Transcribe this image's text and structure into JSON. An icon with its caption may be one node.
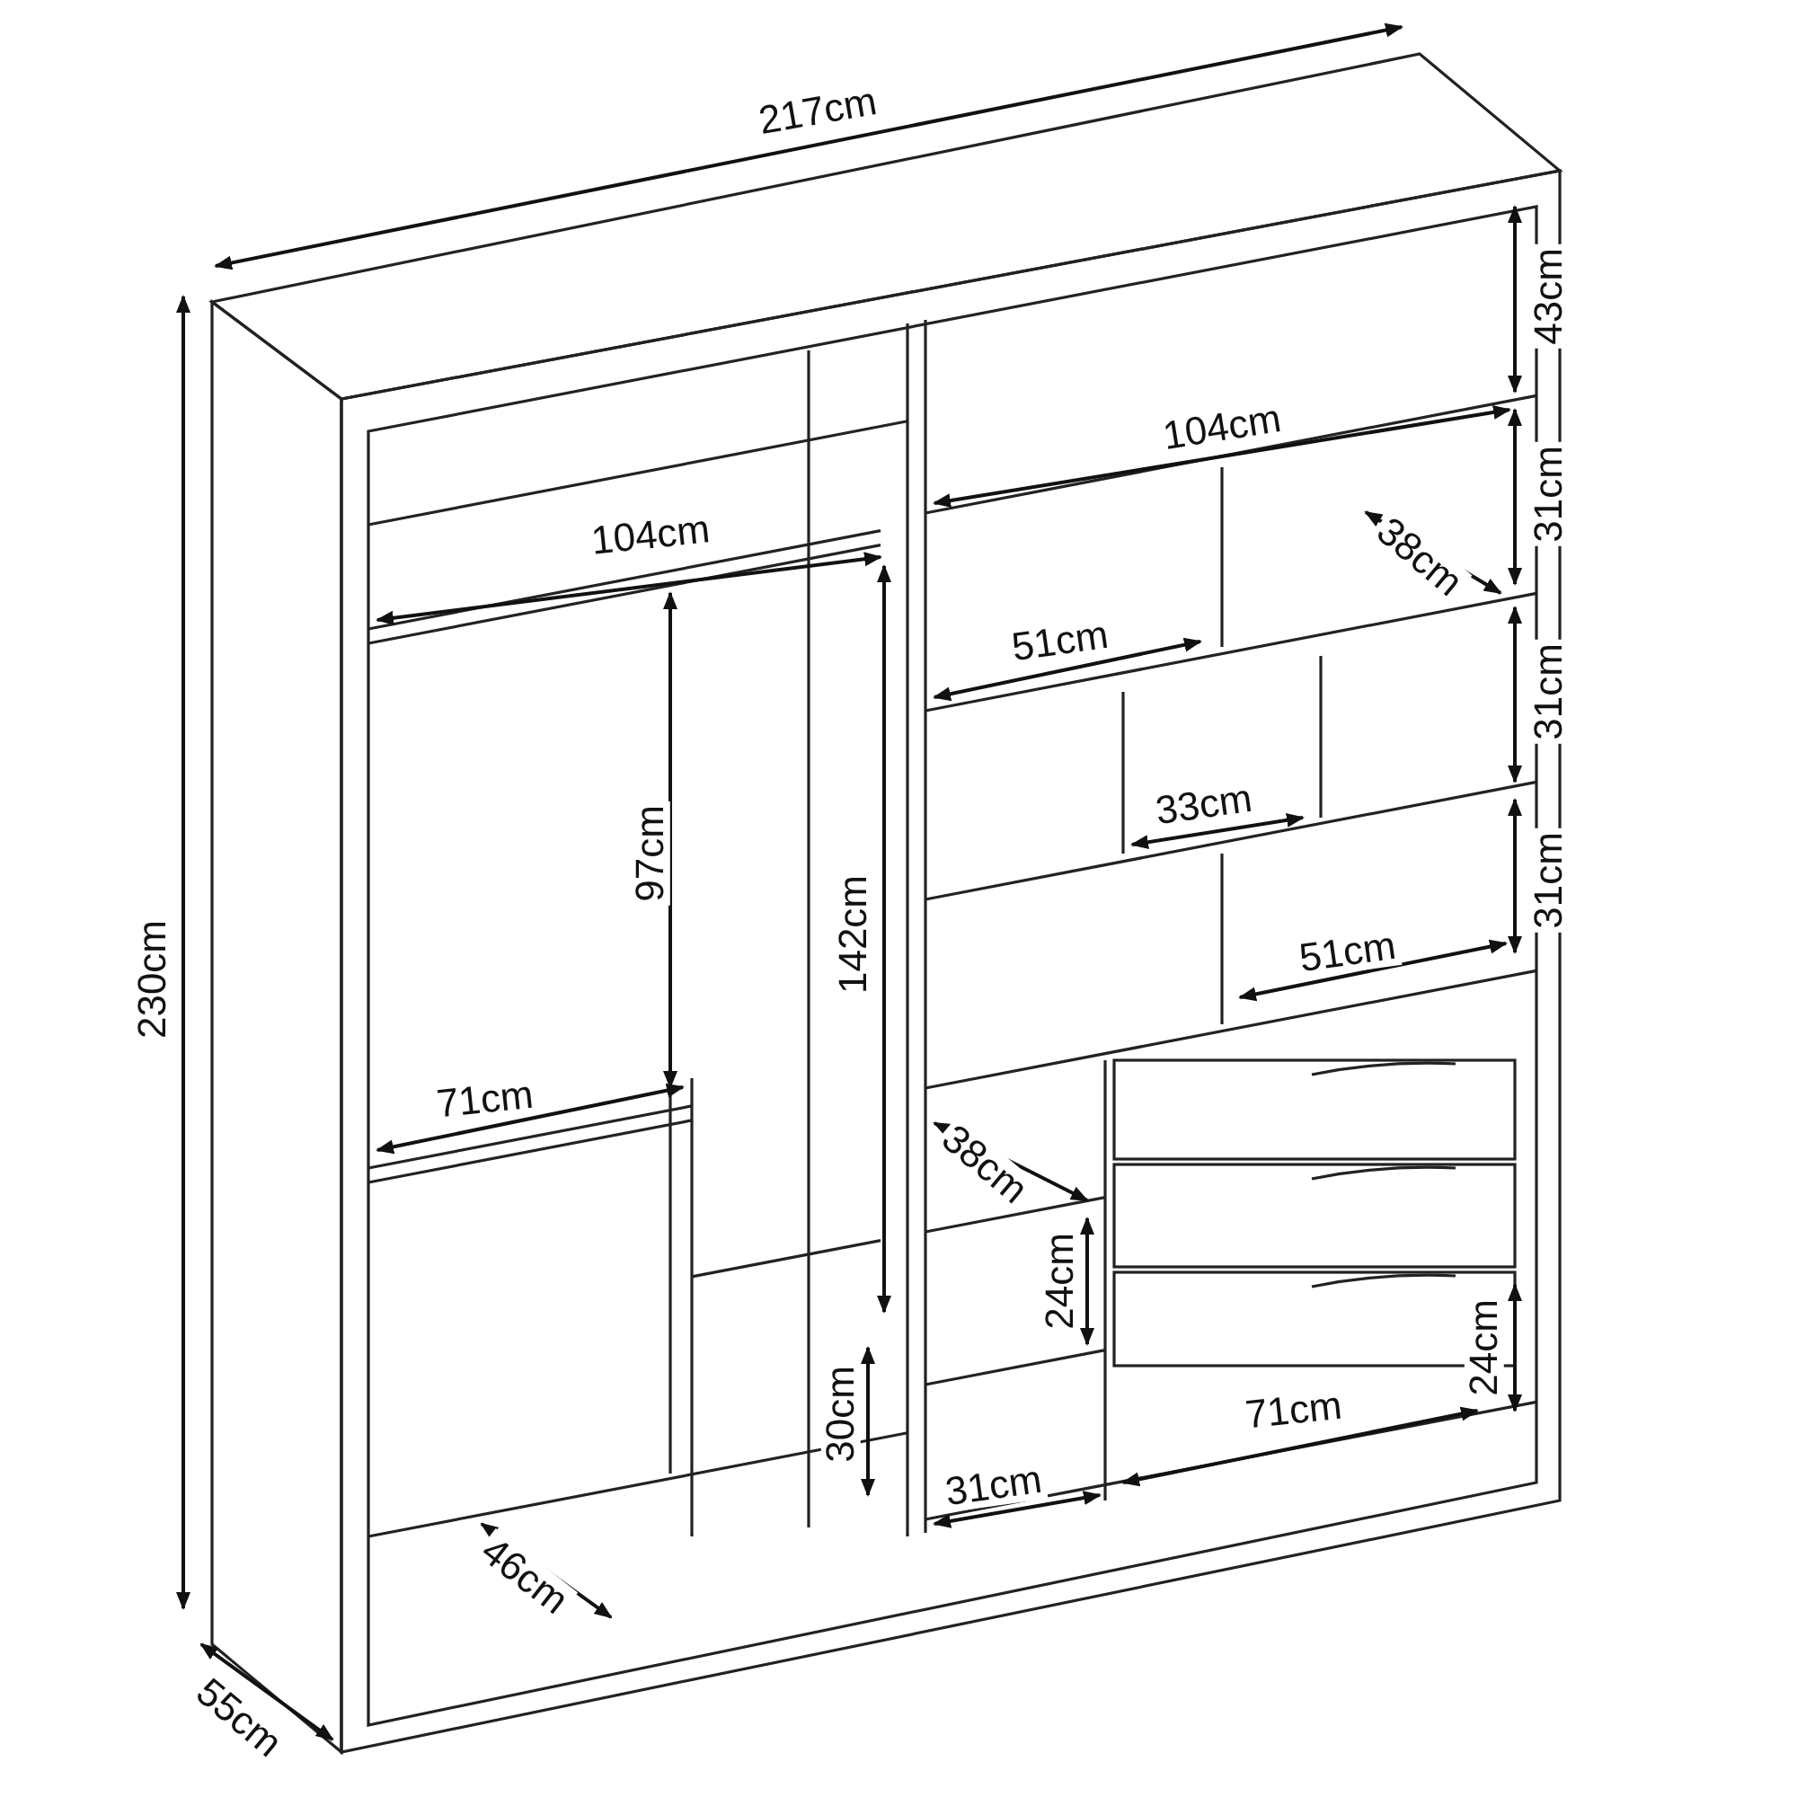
{
  "diagram": {
    "labels": [
      "217cm",
      "43cm",
      "104cm",
      "104cm",
      "31cm",
      "38cm",
      "51cm",
      "31cm",
      "33cm",
      "97cm",
      "142cm",
      "230cm",
      "31cm",
      "51cm",
      "71cm",
      "38cm",
      "24cm",
      "24cm",
      "30cm",
      "71cm",
      "31cm",
      "46cm",
      "55cm"
    ]
  }
}
